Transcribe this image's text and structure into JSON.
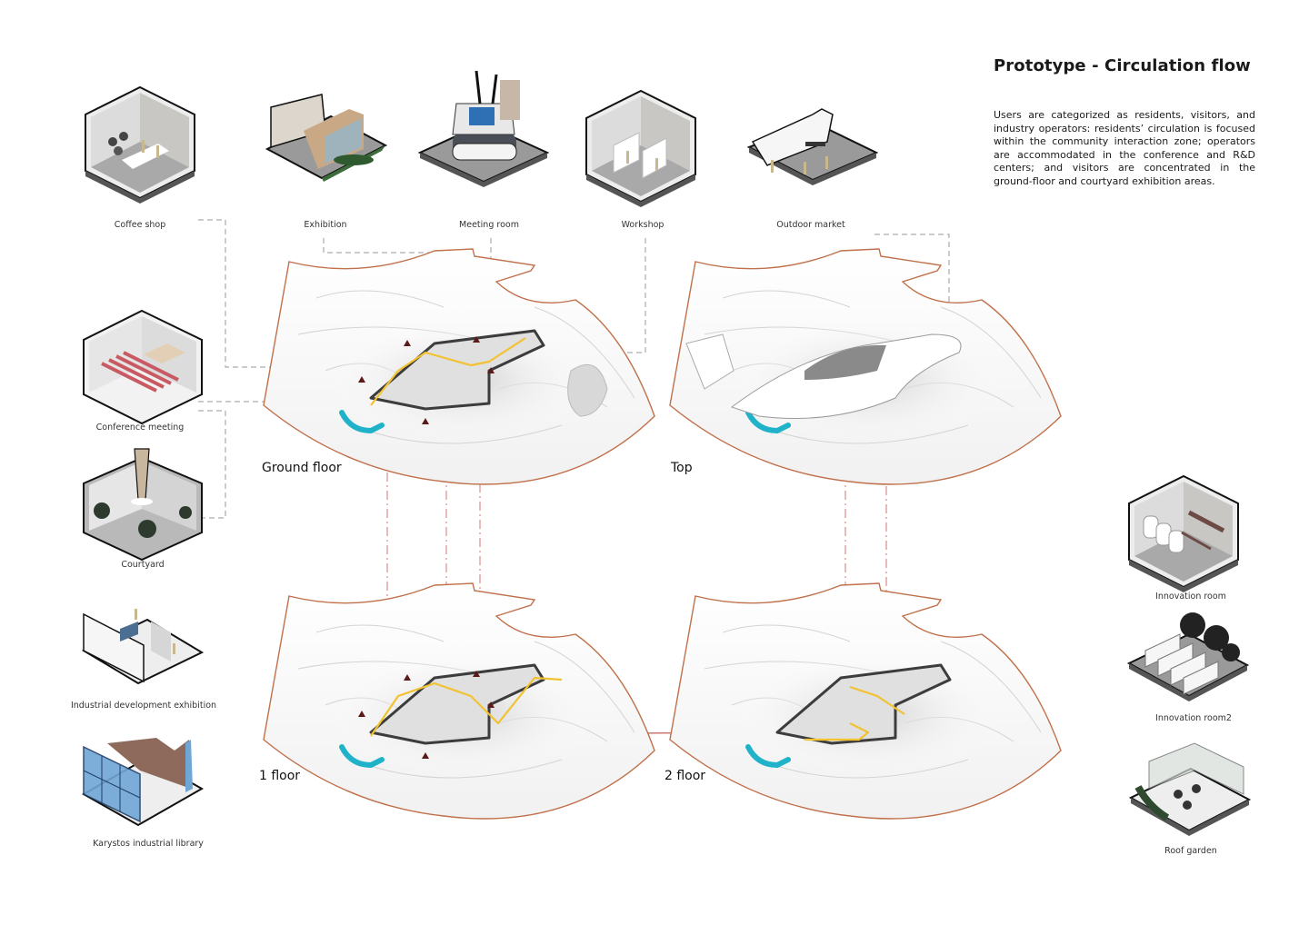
{
  "header": {
    "title": "Prototype - Circulation flow",
    "description": "Users are categorized as residents, visitors, and industry operators: residents’ circulation is focused within the community interaction zone; operators are accommodated in the conference and R&D centers; and visitors are concentrated in the ground-floor and courtyard exhibition areas."
  },
  "top_spaces": [
    {
      "label": "Coffee shop",
      "icon": "coffee-shop-axonometric"
    },
    {
      "label": "Exhibition",
      "icon": "exhibition-axonometric"
    },
    {
      "label": "Meeting room",
      "icon": "meeting-room-axonometric"
    },
    {
      "label": "Workshop",
      "icon": "workshop-axonometric"
    },
    {
      "label": "Outdoor market",
      "icon": "outdoor-market-axonometric"
    }
  ],
  "left_spaces": [
    {
      "label": "Conference meeting",
      "icon": "conference-axonometric"
    },
    {
      "label": "Courtyard",
      "icon": "courtyard-axonometric"
    },
    {
      "label": "Industrial development exhibition",
      "icon": "industrial-exhibition-axonometric"
    },
    {
      "label": "Karystos industrial library",
      "icon": "library-axonometric"
    }
  ],
  "right_spaces": [
    {
      "label": "Innovation room",
      "icon": "innovation-room-axonometric"
    },
    {
      "label": "Innovation room2",
      "icon": "innovation-room2-axonometric"
    },
    {
      "label": "Roof garden",
      "icon": "roof-garden-axonometric"
    }
  ],
  "floors": [
    {
      "label": "Ground floor",
      "has_circulation": true
    },
    {
      "label": "Top",
      "has_circulation": false
    },
    {
      "label": "1 floor",
      "has_circulation": true
    },
    {
      "label": "2 floor",
      "has_circulation": true
    }
  ],
  "colors": {
    "site_boundary": "#c0704a",
    "circulation_path": "#f2c230",
    "link_line": "#d98c8c",
    "leader_dash": "#9a9a9a",
    "water": "#1fb2c9",
    "building_dark": "#3c3c3c"
  }
}
